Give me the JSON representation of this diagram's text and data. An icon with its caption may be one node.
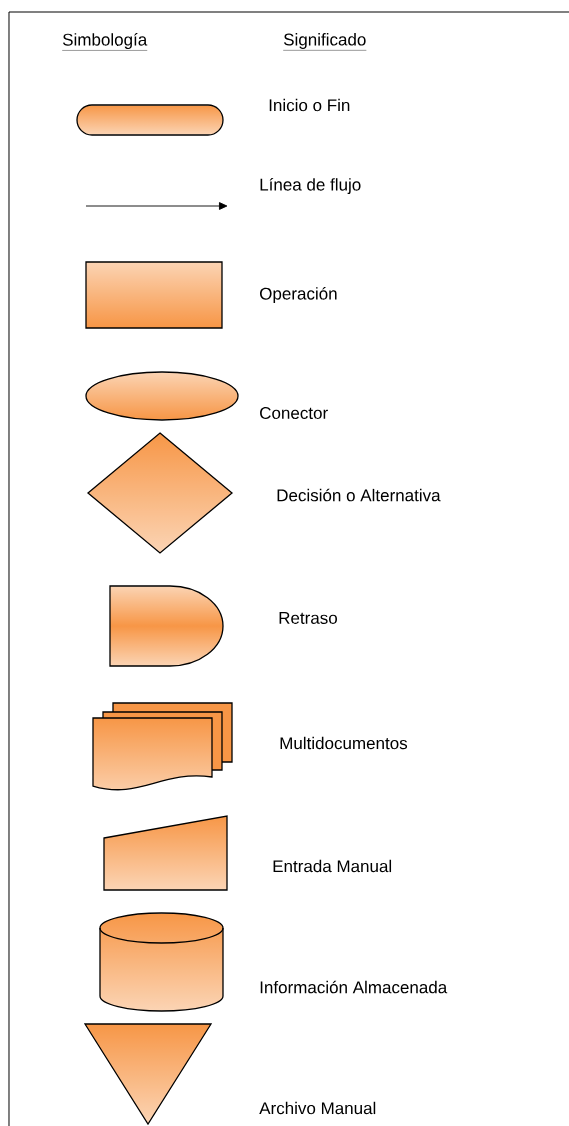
{
  "diagram": {
    "labels": [
      "Simbología",
      "Significado"
    ],
    "legend": [
      {
        "text": "Inicio o Fin"
      },
      {
        "text": "Línea de flujo"
      },
      {
        "text": "Operación"
      },
      {
        "text": "Conector"
      },
      {
        "text": "Decisión o Alternativa"
      },
      {
        "text": "Retraso"
      },
      {
        "text": "Multidocumentos"
      },
      {
        "text": "Entrada Manual"
      },
      {
        "text": "Información Almacenada"
      },
      {
        "text": "Archivo Manual"
      }
    ]
  }
}
